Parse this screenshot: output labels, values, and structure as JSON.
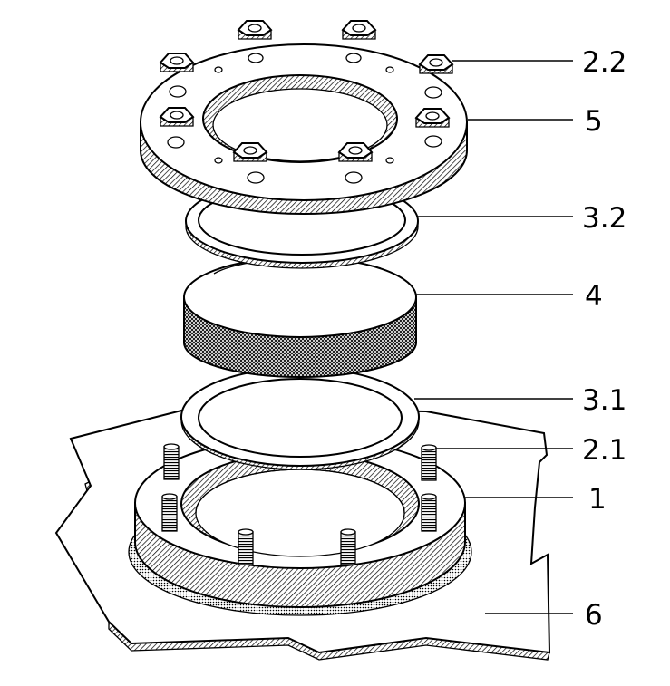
{
  "diagram": {
    "callouts": [
      {
        "id": "nut",
        "label": "2.2"
      },
      {
        "id": "cover-flange",
        "label": "5"
      },
      {
        "id": "upper-gasket",
        "label": "3.2"
      },
      {
        "id": "disc",
        "label": "4"
      },
      {
        "id": "lower-gasket",
        "label": "3.1"
      },
      {
        "id": "stud",
        "label": "2.1"
      },
      {
        "id": "base-flange",
        "label": "1"
      },
      {
        "id": "plate",
        "label": "6"
      }
    ]
  }
}
